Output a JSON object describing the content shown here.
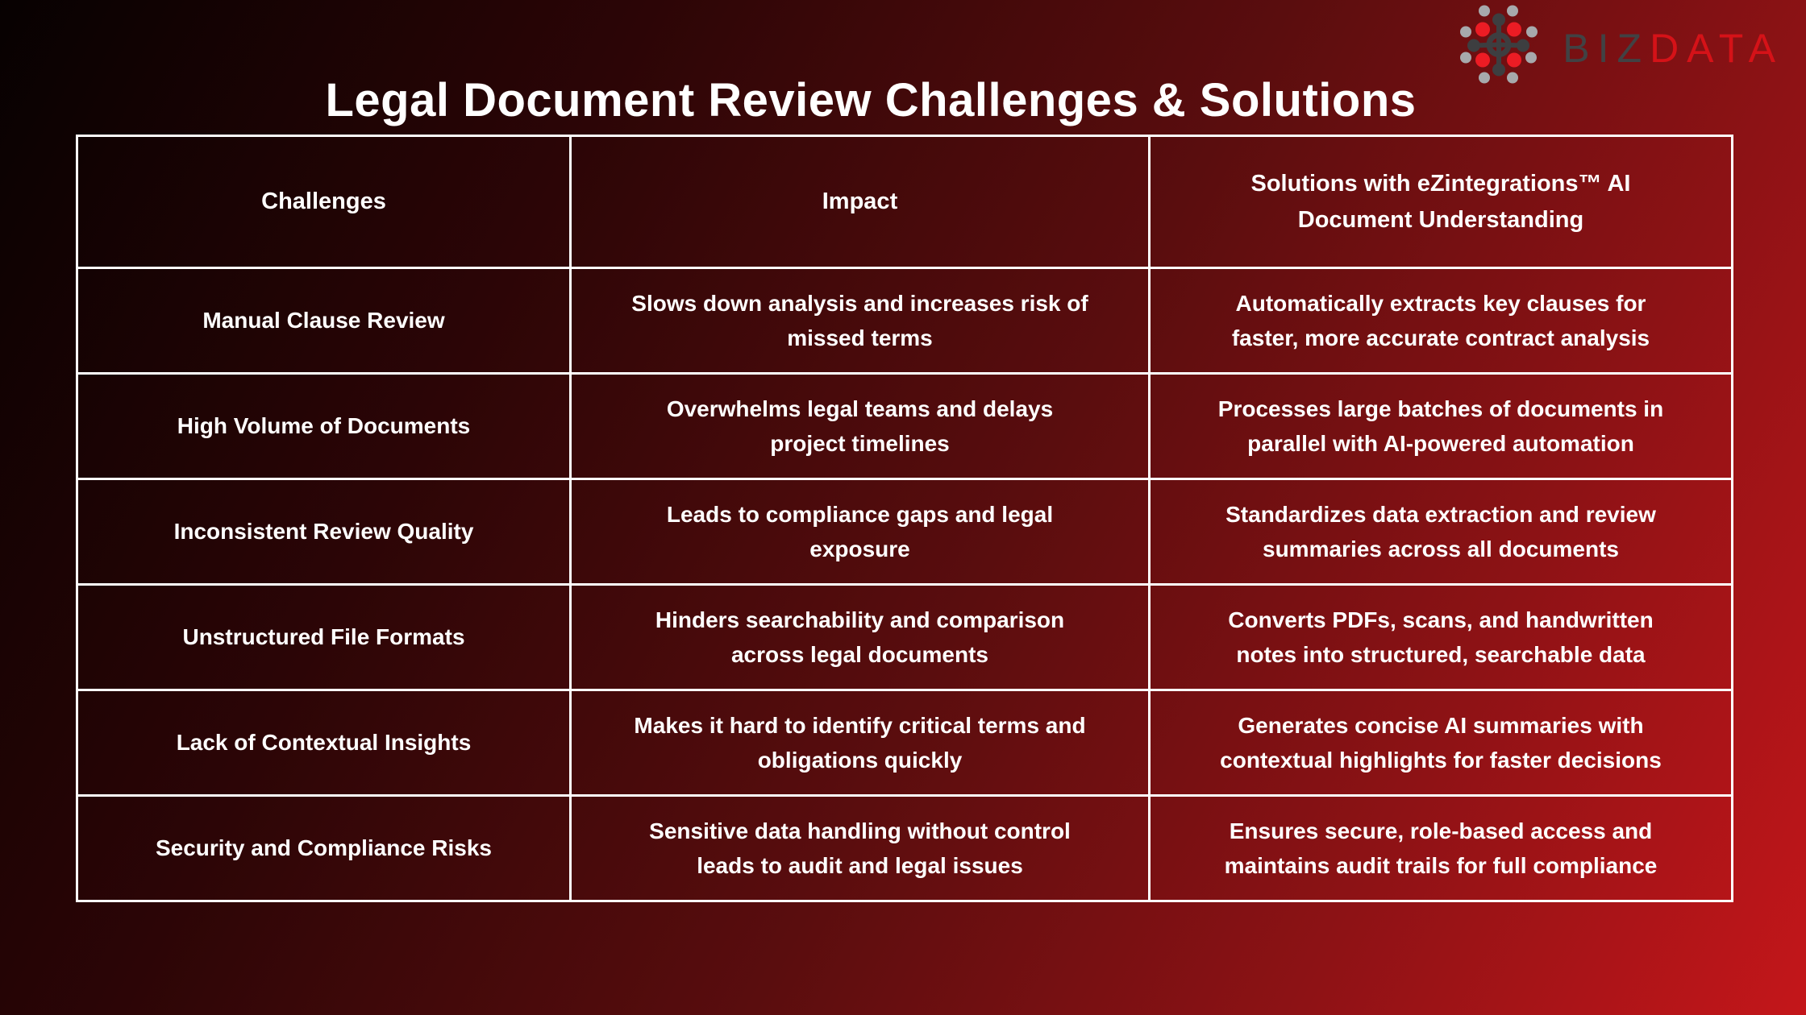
{
  "page": {
    "title": "Legal Document Review Challenges & Solutions"
  },
  "logo": {
    "biz": "BIZ",
    "data": "DATA",
    "icon": "hub-and-spoke-dots"
  },
  "colors": {
    "bg_start": "#070101",
    "bg_mid": "#5a0d0e",
    "bg_end": "#c4161a",
    "text": "#ffffff",
    "table_border": "#ffffff",
    "logo_red_dot": "#ec1c24",
    "logo_gray_dot": "#a7a9ac",
    "logo_dark_dot": "#3d3e40",
    "logo_biz_text": "#414244",
    "logo_data_text": "#d51218"
  },
  "table": {
    "headers": [
      "Challenges",
      "Impact",
      "Solutions with eZintegrations™ AI\nDocument Understanding"
    ],
    "rows": [
      [
        "Manual Clause Review",
        "Slows down analysis and increases risk of\nmissed terms",
        "Automatically extracts key clauses for\nfaster, more accurate contract analysis"
      ],
      [
        "High Volume of Documents",
        "Overwhelms legal teams and delays\nproject timelines",
        "Processes large batches of documents in\nparallel with AI-powered automation"
      ],
      [
        "Inconsistent Review Quality",
        "Leads to compliance gaps and legal\nexposure",
        "Standardizes data extraction and review\nsummaries across all documents"
      ],
      [
        "Unstructured File Formats",
        "Hinders searchability and comparison\nacross legal documents",
        "Converts PDFs, scans, and handwritten\nnotes into structured, searchable data"
      ],
      [
        "Lack of Contextual Insights",
        "Makes it hard to identify critical terms and\nobligations quickly",
        "Generates concise AI summaries with\ncontextual highlights for faster decisions"
      ],
      [
        "Security and Compliance Risks",
        "Sensitive data handling without control\nleads to audit and legal issues",
        "Ensures secure, role-based access and\nmaintains audit trails for full compliance"
      ]
    ]
  }
}
